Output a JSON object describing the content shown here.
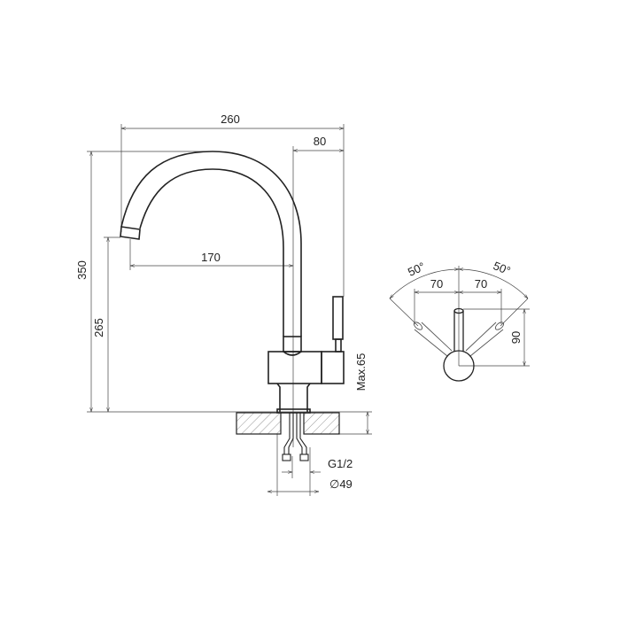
{
  "side_view": {
    "width_total": "260",
    "offset_handle": "80",
    "spout_reach": "170",
    "height_total": "350",
    "spout_height": "265",
    "max_counter": "Max.65",
    "thread": "G1/2",
    "hole_diameter": "∅49"
  },
  "top_view": {
    "angle_left": "50°",
    "angle_right": "50°",
    "offset_left": "70",
    "offset_right": "70",
    "handle_length": "90"
  }
}
